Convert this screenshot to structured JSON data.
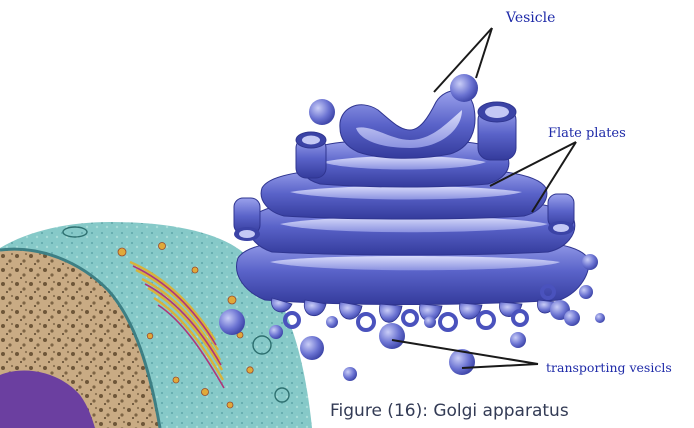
{
  "labels": {
    "vesicle": "Vesicle",
    "flat_plates": "Flate plates",
    "transporting": "transporting vesicls"
  },
  "caption": "Figure (16): Golgi apparatus",
  "colors": {
    "label_text": "#1e2aa8",
    "golgi_body": "#5a63c9",
    "golgi_dark": "#2f3590",
    "golgi_light": "#a9b0ee",
    "micrograph_cyan": "#7cc2c4",
    "micrograph_nucleus": "#b89872",
    "micrograph_golgi": "#d8b33a",
    "micrograph_purple": "#6b3fa0",
    "leader_line": "#1a1a1a"
  }
}
